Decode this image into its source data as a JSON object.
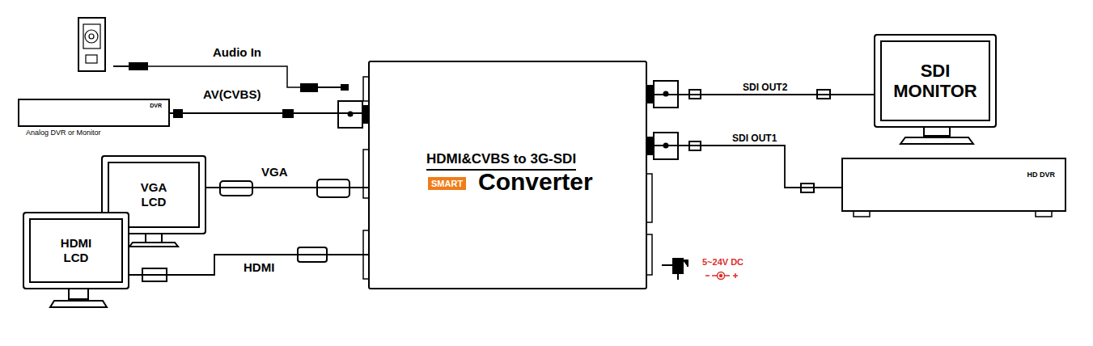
{
  "diagram": {
    "nodes": [
      {
        "text": [
          "DVR",
          "Analog DVR or Monitor"
        ]
      },
      {
        "text": [
          "VGA LCD"
        ]
      },
      {
        "text": [
          "HDMI LCD"
        ]
      },
      {
        "text": [
          "HDMI&CVBS to 3G-SDI",
          "SMART",
          "Converter"
        ]
      },
      {
        "text": [
          "SDI MONITOR"
        ]
      },
      {
        "text": [
          "HD DVR"
        ]
      }
    ],
    "edges": [
      {
        "from": 0,
        "to": 3,
        "label": "AV(CVBS)",
        "arrow": "none"
      },
      {
        "from": 1,
        "to": 3,
        "label": "VGA",
        "arrow": "none"
      },
      {
        "from": 2,
        "to": 3,
        "label": "HDMI",
        "arrow": "none"
      },
      {
        "from": 3,
        "to": 4,
        "label": "SDI OUT2",
        "arrow": "none"
      },
      {
        "from": 3,
        "to": 5,
        "label": "SDI OUT1",
        "arrow": "none"
      }
    ],
    "labels": [
      "Audio In",
      "5~24V DC"
    ]
  }
}
